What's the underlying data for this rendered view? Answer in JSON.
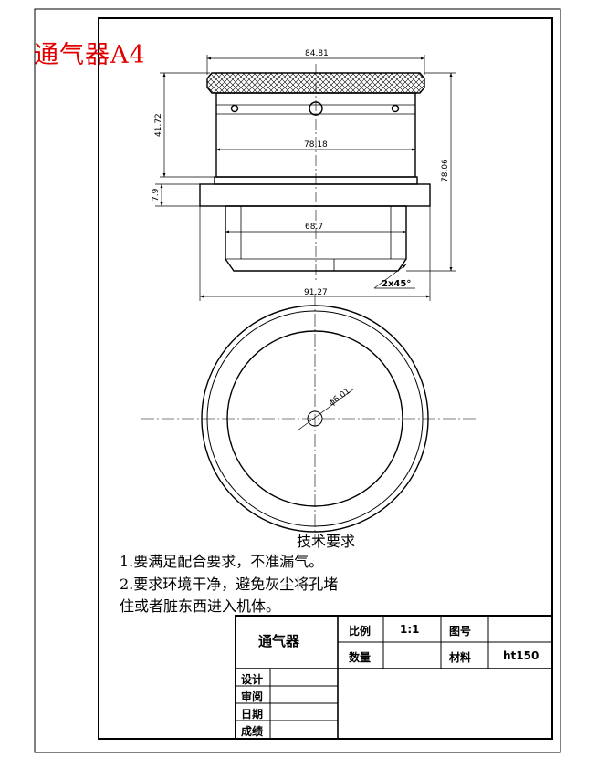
{
  "sheet_label": "通气器A4",
  "dimensions": {
    "top_width": "84.81",
    "height_upper": "41.72",
    "inner_width": "78.18",
    "total_height": "78.06",
    "flange_thickness": "7.9",
    "bottom_width": "68.7",
    "chamfer": "2x45°",
    "flange_width": "91.27",
    "hole_dia": "ϕ6.01"
  },
  "notes": {
    "title": "技术要求",
    "line1": "1.要满足配合要求，不准漏气。",
    "line2": "2.要求环境干净，避免灰尘将孔堵",
    "line3": "住或者脏东西进入机体。"
  },
  "title_block": {
    "part_name": "通气器",
    "scale_label": "比例",
    "scale_value": "1:1",
    "drawing_no_label": "图号",
    "quantity_label": "数量",
    "material_label": "材料",
    "material_value": "ht150",
    "design_label": "设计",
    "review_label": "审阅",
    "date_label": "日期",
    "grade_label": "成绩"
  }
}
